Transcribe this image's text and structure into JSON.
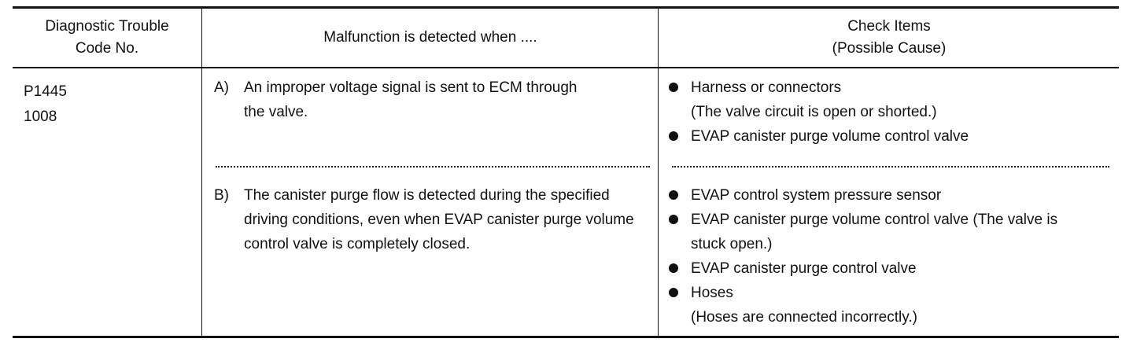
{
  "header": {
    "col1": "Diagnostic Trouble\nCode No.",
    "col2": "Malfunction is detected when ....",
    "col3": "Check Items\n(Possible Cause)"
  },
  "row": {
    "codes": [
      "P1445",
      "1008"
    ],
    "conditions": [
      {
        "letter": "A)",
        "text": "An improper voltage signal is sent to ECM through the valve.",
        "checks": [
          {
            "label": "Harness or connectors",
            "sub": "(The valve circuit is open or shorted.)"
          },
          {
            "label": "EVAP canister purge volume control valve",
            "sub": ""
          }
        ]
      },
      {
        "letter": "B)",
        "text": "The canister purge flow is detected during the specified driving conditions, even when EVAP canister purge volume control valve is completely closed.",
        "checks": [
          {
            "label": "EVAP control system pressure sensor",
            "sub": ""
          },
          {
            "label": "EVAP canister purge volume control valve (The valve is stuck open.)",
            "sub": ""
          },
          {
            "label": "EVAP canister purge control valve",
            "sub": ""
          },
          {
            "label": "Hoses",
            "sub": "(Hoses are connected incorrectly.)"
          }
        ]
      }
    ]
  }
}
